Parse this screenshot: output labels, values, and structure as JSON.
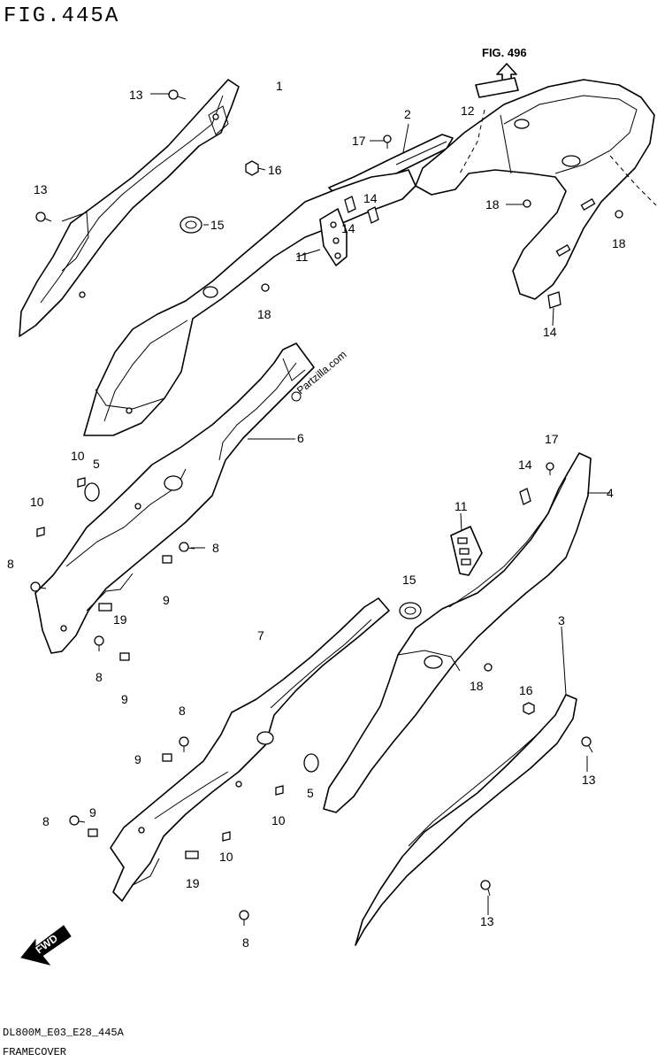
{
  "header": {
    "fig_title": "FIG.445A"
  },
  "figure_ref": {
    "label": "FIG. 496"
  },
  "watermark": {
    "text": "Partzilla.com"
  },
  "fwd_label": "FWD",
  "footer": {
    "code": "DL800M_E03_E28_445A",
    "caption": "FRAMECOVER"
  },
  "callouts": {
    "c1": "1",
    "c2": "2",
    "c3": "3",
    "c4": "4",
    "c5a": "5",
    "c5b": "5",
    "c6": "6",
    "c7": "7",
    "c8a": "8",
    "c8b": "8",
    "c8c": "8",
    "c8d": "8",
    "c8e": "8",
    "c8f": "8",
    "c9a": "9",
    "c9b": "9",
    "c9c": "9",
    "c9d": "9",
    "c10a": "10",
    "c10b": "10",
    "c10c": "10",
    "c10d": "10",
    "c11a": "11",
    "c11b": "11",
    "c12": "12",
    "c13a": "13",
    "c13b": "13",
    "c13c": "13",
    "c13d": "13",
    "c14a": "14",
    "c14b": "14",
    "c14c": "14",
    "c14d": "14",
    "c15a": "15",
    "c15b": "15",
    "c16a": "16",
    "c16b": "16",
    "c17a": "17",
    "c17b": "17",
    "c18a": "18",
    "c18b": "18",
    "c18c": "18",
    "c18d": "18",
    "c19a": "19",
    "c19b": "19"
  }
}
